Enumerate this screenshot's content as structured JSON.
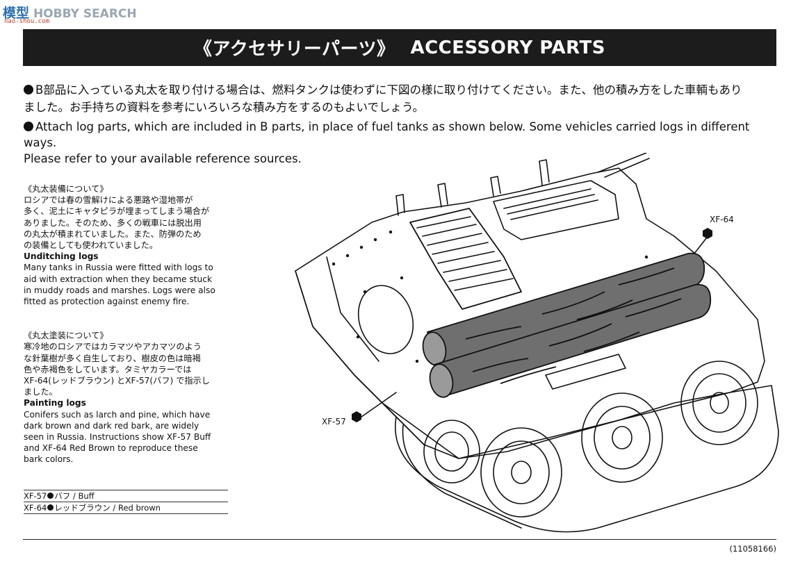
{
  "watermark": {
    "cn": "模型",
    "brand": "HOBBY SEARCH",
    "url": "nao-shou.com"
  },
  "header": {
    "title_jp": "《アクセサリーパーツ》",
    "title_en": "ACCESSORY PARTS"
  },
  "intro": {
    "jp_1": "B部品に入っている丸太を取り付ける場合は、燃料タンクは使わずに下図の様に取り付けてください。また、他の積み方をした車輌もあり",
    "jp_2": "ました。お手持ちの資料を参考にいろいろな積み方をするのもよいでしょう。",
    "en_1": "Attach log parts, which are included in B parts, in place of fuel tanks as shown below. Some vehicles carried logs in different ways.",
    "en_2": "Please refer to your available reference sources."
  },
  "unditching": {
    "jp_heading": "《丸太装備について》",
    "jp_lines": [
      "ロシアでは春の雪解けによる悪路や湿地帯が",
      "多く、泥土にキャタピラが埋まってしまう場合が",
      "ありました。そのため、多くの戦車には脱出用",
      "の丸太が積まれていました。また、防弾のため",
      "の装備としても使われていました。"
    ],
    "en_heading": "Unditching logs",
    "en_lines": [
      "Many tanks in Russia were fitted with logs to",
      "aid with extraction when they became stuck",
      "in muddy roads and marshes. Logs were also",
      "fitted as protection against enemy fire."
    ]
  },
  "painting": {
    "jp_heading": "《丸太塗装について》",
    "jp_lines": [
      "寒冷地のロシアではカラマツやアカマツのよう",
      "な針葉樹が多く自生しており、樹皮の色は暗褐",
      "色や赤褐色をしています。タミヤカラーでは",
      "XF-64(レッドブラウン) とXF-57(バフ) で指示し",
      "ました。"
    ],
    "en_heading": "Painting logs",
    "en_lines": [
      "Conifers such as larch and pine, which have",
      "dark brown and dark red bark, are widely",
      "seen in Russia. Instructions show XF-57 Buff",
      "and XF-64 Red Brown to reproduce these",
      "bark colors."
    ]
  },
  "legend": [
    {
      "code": "XF-57",
      "label": "バフ / Buff"
    },
    {
      "code": "XF-64",
      "label": "レッドブラウン / Red brown"
    }
  ],
  "callouts": {
    "top": "XF-64",
    "bottom": "XF-57"
  },
  "colors": {
    "banner_bg": "#1c1c1c",
    "log_fill": "#6f6f6f",
    "log_end": "#9a9a9a"
  },
  "doc_number": "(11058166)"
}
